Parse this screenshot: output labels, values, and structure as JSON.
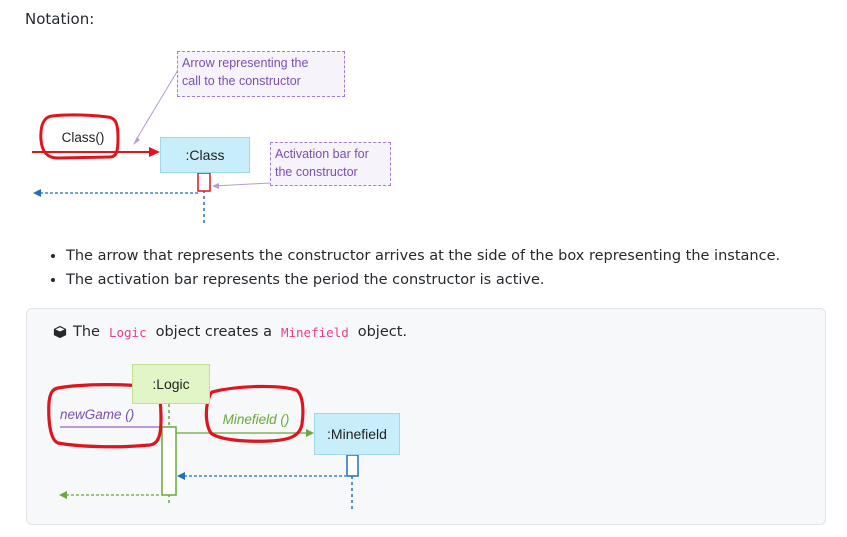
{
  "notation_heading": "Notation:",
  "top_diagram": {
    "caller_label": "Class()",
    "object_label": ":Class",
    "note_arrow": "Arrow representing the call to the constructor",
    "note_arrow_line1": "Arrow representing the",
    "note_arrow_line2": "call to the constructor",
    "note_activation_line1": "Activation bar for",
    "note_activation_line2": "the constructor"
  },
  "bullets": [
    "The arrow that represents the constructor arrives at the side of the box representing the instance.",
    "The activation bar represents the period the constructor is active."
  ],
  "example": {
    "title_prefix": "The",
    "title_code1": "Logic",
    "title_middle": "object creates a",
    "title_code2": "Minefield",
    "title_suffix": "object.",
    "logic_label": ":Logic",
    "newgame_label": "newGame ()",
    "minefield_call_label": "Minefield ()",
    "minefield_label": ":Minefield"
  },
  "colors": {
    "red_annotation": "#e0141c",
    "note_purple": "#7a4fb0",
    "class_box": "#c9eefb",
    "logic_box": "#e2f5c6",
    "return_blue": "#1f6fbf",
    "return_green": "#6aa83a",
    "code_pink": "#e83e8c"
  }
}
